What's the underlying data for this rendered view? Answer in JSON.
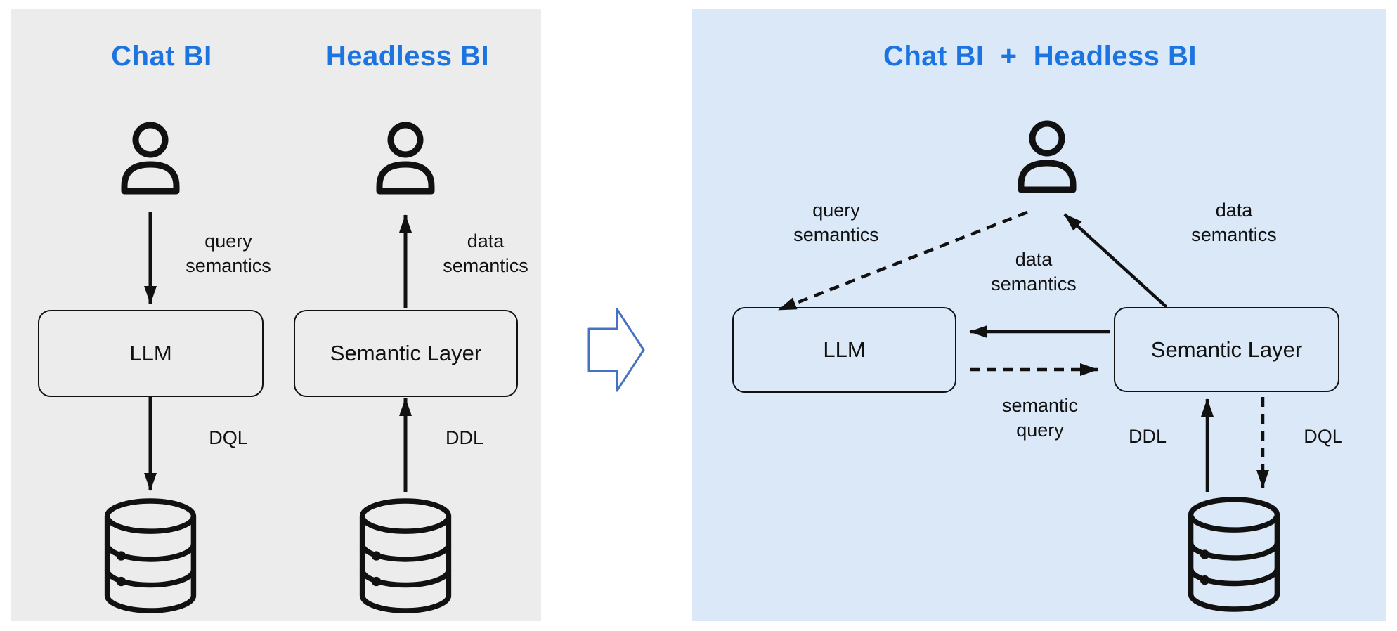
{
  "colors": {
    "left_panel_bg": "#ececec",
    "right_panel_bg": "#dbe8f8",
    "title_blue": "#1b74e0",
    "diagram_stroke": "#111111",
    "transform_arrow_border": "#4472c4"
  },
  "left": {
    "chat_title": "Chat BI",
    "headless_title": "Headless BI",
    "chat": {
      "query_label": "query\nsemantics",
      "box": "LLM",
      "dql": "DQL"
    },
    "headless": {
      "data_label": "data\nsemantics",
      "box": "Semantic Layer",
      "ddl": "DDL"
    }
  },
  "right": {
    "title": "Chat BI  +  Headless BI",
    "query_label": "query\nsemantics",
    "data_right": "data\nsemantics",
    "data_mid": "data\nsemantics",
    "semantic_query": "semantic\nquery",
    "llm": "LLM",
    "semantic_layer": "Semantic Layer",
    "ddl": "DDL",
    "dql": "DQL"
  }
}
